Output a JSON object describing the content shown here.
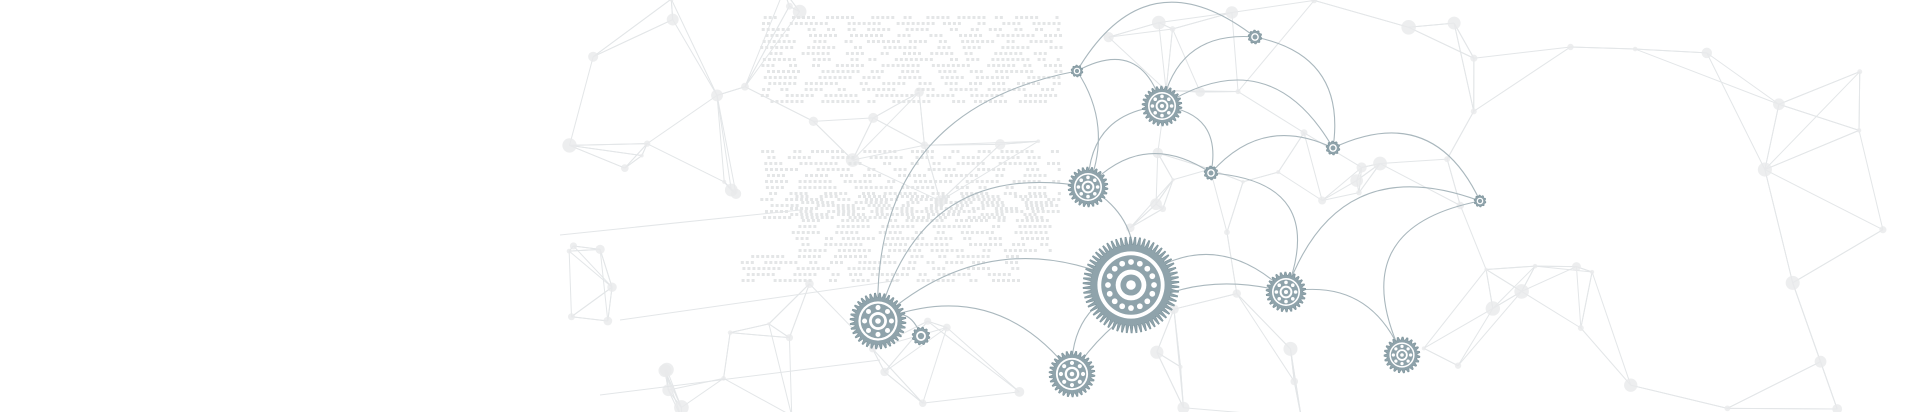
{
  "colors": {
    "background": "#ffffff",
    "gear_fill": "#8fa3ab",
    "gear_stroke": "#7d939b",
    "gear_light": "#ffffff",
    "connector": "#a9b7bd",
    "mesh_line": "#e3e6e8",
    "mesh_node": "#e8eaeb",
    "dot_pattern": "#e4e6e7"
  },
  "gears": [
    {
      "id": "g1",
      "icon": "gear-icon-xlarge"
    },
    {
      "id": "g2",
      "icon": "gear-icon-large"
    },
    {
      "id": "g3",
      "icon": "gear-icon-medium"
    },
    {
      "id": "g4",
      "icon": "gear-icon-medium"
    },
    {
      "id": "g5",
      "icon": "gear-icon-medium"
    },
    {
      "id": "g6",
      "icon": "gear-icon-medium"
    },
    {
      "id": "g7",
      "icon": "gear-icon-small"
    },
    {
      "id": "g8",
      "icon": "gear-icon-small"
    },
    {
      "id": "g9",
      "icon": "gear-icon-tiny"
    },
    {
      "id": "g10",
      "icon": "gear-icon-tiny"
    },
    {
      "id": "g11",
      "icon": "gear-icon-tiny"
    },
    {
      "id": "g12",
      "icon": "gear-icon-tiny"
    },
    {
      "id": "g13",
      "icon": "gear-icon-tiny"
    }
  ]
}
